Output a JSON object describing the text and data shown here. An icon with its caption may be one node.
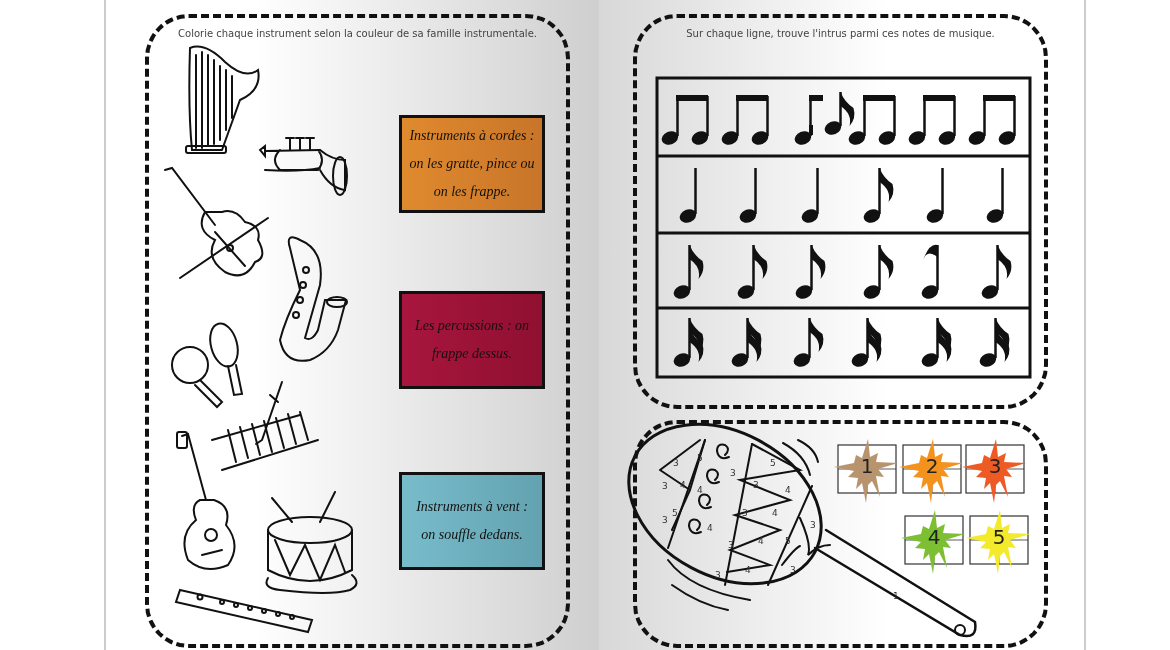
{
  "diagram": {
    "nodes": [
      {
        "text": [
          "Colorie chaque instrument selon la couleur de sa famille instrumentale."
        ]
      },
      {
        "text": [
          "Instruments à cordes : on les gratte, pince ou on les frappe."
        ],
        "in": 0
      },
      {
        "text": [
          "Les percussions : on frappe dessus."
        ],
        "in": 0
      },
      {
        "text": [
          "Instruments à vent : on souffle dedans."
        ],
        "in": 0
      },
      {
        "text": [
          "Sur chaque ligne, trouve l'intrus parmi ces notes de musique."
        ]
      },
      {
        "text": [],
        "shape": "box"
      },
      {
        "text": [
          "1"
        ],
        "in": 5
      },
      {
        "text": [
          "2"
        ],
        "in": 5
      },
      {
        "text": [
          "3"
        ],
        "in": 5
      },
      {
        "text": [
          "4"
        ],
        "in": 5
      },
      {
        "text": [
          "5"
        ],
        "in": 5
      }
    ],
    "labels": [
      "3",
      "5",
      "3",
      "4",
      "3",
      "5",
      "4",
      "3",
      "4",
      "5",
      "3",
      "3",
      "4",
      "4",
      "3",
      "3",
      "4",
      "5",
      "3",
      "4",
      "3",
      "1"
    ]
  }
}
